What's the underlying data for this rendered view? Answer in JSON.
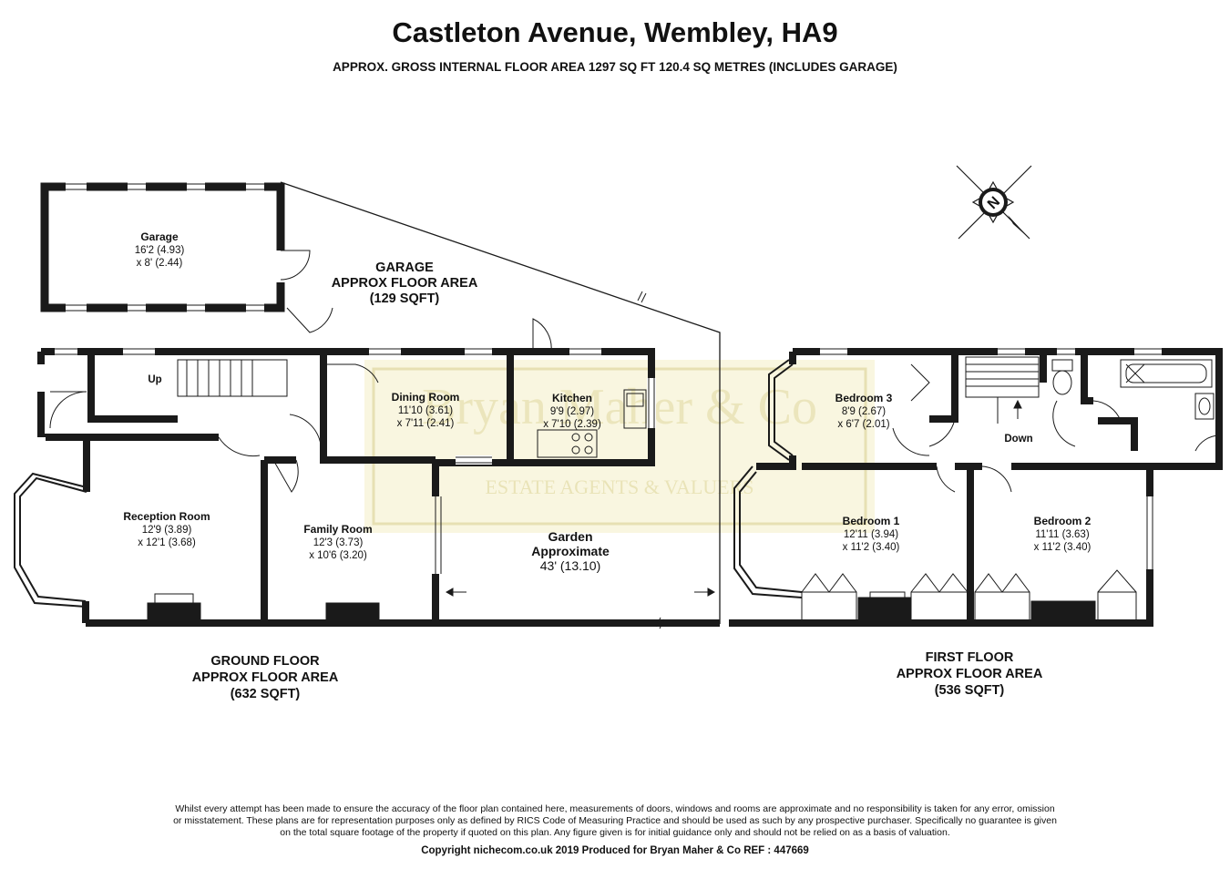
{
  "header": {
    "title": "Castleton Avenue, Wembley, HA9",
    "subtitle": "APPROX. GROSS INTERNAL FLOOR AREA 1297 SQ FT 120.4 SQ METRES (INCLUDES GARAGE)"
  },
  "watermark": {
    "name": "Bryan Maher & Co",
    "tagline": "ESTATE AGENTS & VALUERS"
  },
  "garage_section": {
    "area_lines": [
      "GARAGE",
      "APPROX FLOOR AREA",
      "(129 SQFT)"
    ],
    "rooms": [
      {
        "name": "Garage",
        "dims": [
          "16'2 (4.93)",
          "x 8' (2.44)"
        ]
      }
    ]
  },
  "ground_floor": {
    "area_lines": [
      "GROUND FLOOR",
      "APPROX FLOOR AREA",
      "(632 SQFT)"
    ],
    "stairs_label": "Up",
    "rooms": [
      {
        "name": "Dining Room",
        "dims": [
          "11'10 (3.61)",
          "x 7'11 (2.41)"
        ]
      },
      {
        "name": "Kitchen",
        "dims": [
          "9'9 (2.97)",
          "x 7'10 (2.39)"
        ]
      },
      {
        "name": "Reception Room",
        "dims": [
          "12'9 (3.89)",
          "x 12'1 (3.68)"
        ]
      },
      {
        "name": "Family Room",
        "dims": [
          "12'3 (3.73)",
          "x 10'6 (3.20)"
        ]
      },
      {
        "name": "Garden",
        "dims": [
          "Approximate",
          "43' (13.10)"
        ]
      }
    ]
  },
  "first_floor": {
    "area_lines": [
      "FIRST FLOOR",
      "APPROX FLOOR AREA",
      "(536 SQFT)"
    ],
    "stairs_label": "Down",
    "rooms": [
      {
        "name": "Bedroom 3",
        "dims": [
          "8'9 (2.67)",
          "x 6'7 (2.01)"
        ]
      },
      {
        "name": "Bedroom 1",
        "dims": [
          "12'11 (3.94)",
          "x 11'2 (3.40)"
        ]
      },
      {
        "name": "Bedroom 2",
        "dims": [
          "11'11 (3.63)",
          "x 11'2 (3.40)"
        ]
      }
    ]
  },
  "compass": {
    "label": "N"
  },
  "footer": {
    "disclaimer": "Whilst every attempt has been made to ensure the accuracy of the floor plan contained here, measurements of doors, windows and rooms are approximate and no responsibility is taken for any error, omission or misstatement. These plans are for representation purposes only as defined by RICS Code of Measuring Practice and should be used as such by any prospective purchaser. Specifically no guarantee is given on the total square footage of the property if quoted on this plan. Any figure given is for initial guidance only and should not be relied on as a basis of valuation.",
    "copyright": "Copyright nichecom.co.uk 2019   Produced for Bryan Maher & Co   REF :  447669"
  },
  "colors": {
    "wall": "#1a1a1a",
    "watermark": "#f4efc6",
    "watermark_text": "#e2dba8"
  }
}
